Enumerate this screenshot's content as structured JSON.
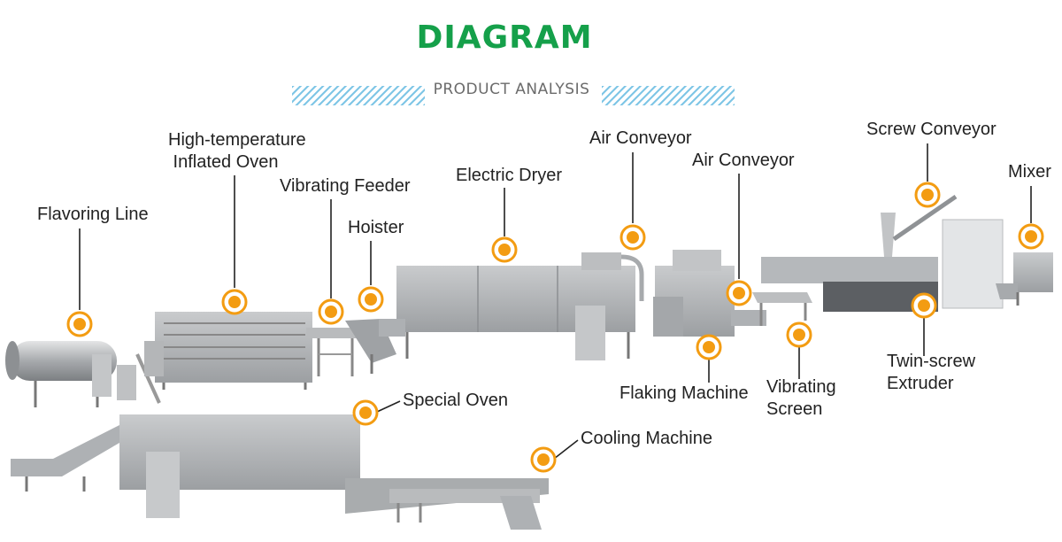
{
  "header": {
    "title": "DIAGRAM",
    "subtitle": "PRODUCT ANALYSIS"
  },
  "colors": {
    "title_green": "#15a04a",
    "marker_orange": "#f39c12",
    "hatch_blue": "#7fc6e6",
    "machine_grey": "#a9acae"
  },
  "labels": {
    "flavoring_line": "Flavoring Line",
    "inflated_oven": "High-temperature\n Inflated Oven",
    "vibrating_feeder": "Vibrating Feeder",
    "hoister": "Hoister",
    "electric_dryer": "Electric Dryer",
    "air_conveyor_1": "Air Conveyor",
    "air_conveyor_2": "Air Conveyor",
    "screw_conveyor": "Screw Conveyor",
    "mixer": "Mixer",
    "flaking_machine": "Flaking Machine",
    "vibrating_screen": "Vibrating\nScreen",
    "twin_screw_extruder": "Twin-screw\nExtruder",
    "special_oven": "Special Oven",
    "cooling_machine": "Cooling Machine"
  }
}
